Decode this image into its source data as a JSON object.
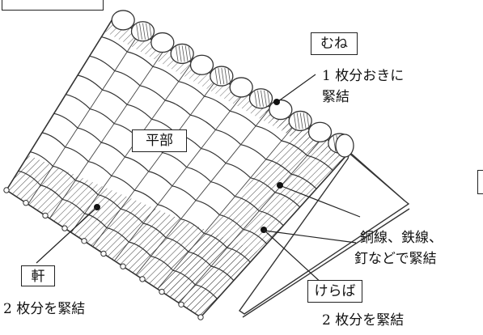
{
  "labels": {
    "mune": "むね",
    "hirabu": "平部",
    "noki": "軒",
    "keraba": "けらば"
  },
  "notes": {
    "mune_line1": "1 枚分おきに",
    "mune_line2": "緊結",
    "wire_line1": "銅線、鉄線、",
    "wire_line2": "釘などで緊結",
    "noki": "2 枚分を緊結",
    "keraba": "2 枚分を緊結"
  }
}
